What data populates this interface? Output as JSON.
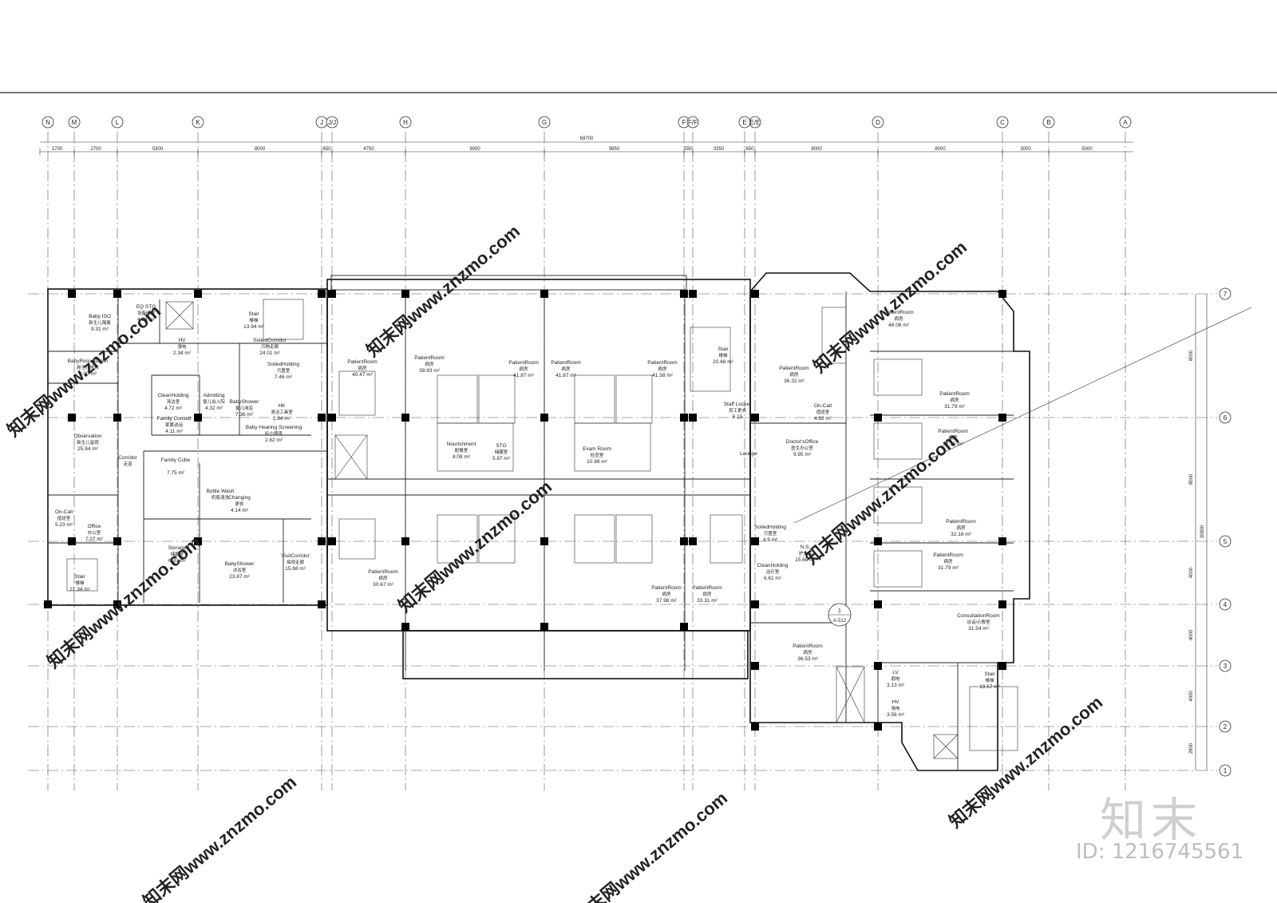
{
  "drawing": {
    "overall_dimension": "69700",
    "segment_dimensions": [
      "1700",
      "2700",
      "5300",
      "8000",
      "650",
      "4750",
      "9000",
      "9850",
      "550",
      "3350",
      "650",
      "8000",
      "8000",
      "3000",
      "5000"
    ],
    "vertical_dimensions": [
      "8000",
      "8000",
      "4000",
      "4000",
      "4000",
      "2800"
    ],
    "total_vertical": "30800",
    "section_mark": {
      "number": "1",
      "sheet": "A-512"
    }
  },
  "axis_labels": {
    "columns": [
      "N",
      "M",
      "L",
      "K",
      "J",
      "J/J",
      "H",
      "G",
      "F",
      "F/F",
      "E",
      "E/E",
      "D",
      "C",
      "B",
      "A"
    ],
    "rows": [
      "7",
      "6",
      "5",
      "4",
      "3",
      "2",
      "1"
    ]
  },
  "rooms": [
    {
      "en": "Baby ISO",
      "cn": "新生儿隔离",
      "area": "9.31 m²"
    },
    {
      "en": "EQ STG",
      "cn": "设备储藏",
      "area": "4.38 m²"
    },
    {
      "en": "HV",
      "cn": "强电",
      "area": "2.34 m²"
    },
    {
      "en": "Stair",
      "cn": "楼梯",
      "area": "13.94 m²"
    },
    {
      "en": "SoiledCorridor",
      "cn": "污物走廊",
      "area": "24.01 m²"
    },
    {
      "en": "BabyResucitation",
      "cn": "新生儿抢救",
      "area": "9.90 m²"
    },
    {
      "en": "SoiledHolding",
      "cn": "污置室",
      "area": "7.46 m²"
    },
    {
      "en": "CleanHolding",
      "cn": "清洁室",
      "area": "4.72 m²"
    },
    {
      "en": "Admitting",
      "cn": "婴儿出入院",
      "area": "4.32 m²"
    },
    {
      "en": "BabyShower",
      "cn": "婴儿淋浴",
      "area": "7.36 m²"
    },
    {
      "en": "HK",
      "cn": "清洁工具室",
      "area": "2.84 m²"
    },
    {
      "en": "Observation",
      "cn": "新生儿留观",
      "area": "25.84 m²"
    },
    {
      "en": "Family Consult",
      "cn": "家属谈话",
      "area": "4.11 m²"
    },
    {
      "en": "Baby Hearing Screening",
      "cn": "听力筛查",
      "area": "2.82 m²"
    },
    {
      "en": "Corridor",
      "cn": "走道",
      "area": ""
    },
    {
      "en": "Family Cube",
      "cn": "",
      "area": "7.75 m²"
    },
    {
      "en": "Bottle Wash",
      "cn": "奶瓶清洗",
      "area": ""
    },
    {
      "en": "Changing",
      "cn": "更衣",
      "area": "4.14 m²"
    },
    {
      "en": "On-Call",
      "cn": "值班室",
      "area": "5.23 m²"
    },
    {
      "en": "Office",
      "cn": "办公室",
      "area": "7.07 m²"
    },
    {
      "en": "Storage",
      "cn": "储藏室",
      "area": "6.33 m²"
    },
    {
      "en": "BabyShower",
      "cn": "沐浴室",
      "area": "23.87 m²"
    },
    {
      "en": "VisitCorridor",
      "cn": "探视走廊",
      "area": "15.68 m²"
    },
    {
      "en": "Stair",
      "cn": "楼梯",
      "area": "21.34 m²"
    },
    {
      "en": "PatientRoom",
      "cn": "病房",
      "area": "40.47 m²"
    },
    {
      "en": "PatientRoom",
      "cn": "病房",
      "area": "39.93 m²"
    },
    {
      "en": "PatientRoom",
      "cn": "病房",
      "area": "41.87 m²"
    },
    {
      "en": "PatientRoom",
      "cn": "病房",
      "area": "41.87 m²"
    },
    {
      "en": "PatientRoom",
      "cn": "病房",
      "area": "41.58 m²"
    },
    {
      "en": "Stair",
      "cn": "楼梯",
      "area": "20.66 m²"
    },
    {
      "en": "Nourishment",
      "cn": "配餐室",
      "area": "8.08 m²"
    },
    {
      "en": "STG",
      "cn": "储藏室",
      "area": "5.87 m²"
    },
    {
      "en": "Exam Room",
      "cn": "检查室",
      "area": "10.98 m²"
    },
    {
      "en": "PatientRoom",
      "cn": "病房",
      "area": "30.67 m²"
    },
    {
      "en": "PatientRoom",
      "cn": "病房",
      "area": "37.98 m²"
    },
    {
      "en": "PatientRoom",
      "cn": "病房",
      "area": "33.31 m²"
    },
    {
      "en": "PatientRoom",
      "cn": "病房",
      "area": "36.32 m²"
    },
    {
      "en": "Staff Locker",
      "cn": "员工更衣",
      "area": "6.15"
    },
    {
      "en": "On-Call",
      "cn": "值班室",
      "area": "4.92 m²"
    },
    {
      "en": "Doctor'sOffice",
      "cn": "医生办公室",
      "area": "9.95 m²"
    },
    {
      "en": "Lounge",
      "cn": "",
      "area": ""
    },
    {
      "en": "SoiledHolding",
      "cn": "污置室",
      "area": "4.9 m²"
    },
    {
      "en": "N.S.",
      "cn": "护士站",
      "area": "15.68 m²"
    },
    {
      "en": "CleanHolding",
      "cn": "治疗室",
      "area": "6.61 m²"
    },
    {
      "en": "PatientRoom",
      "cn": "病房",
      "area": "48.06 m²"
    },
    {
      "en": "PatientRoom",
      "cn": "病房",
      "area": "31.79 m²"
    },
    {
      "en": "PatientRoom",
      "cn": "病房",
      "area": "32.16 m²"
    },
    {
      "en": "PatientRoom",
      "cn": "病房",
      "area": "32.16 m²"
    },
    {
      "en": "PatientRoom",
      "cn": "病房",
      "area": "31.79 m²"
    },
    {
      "en": "ConsultationRoom",
      "cn": "谈话/示教室",
      "area": "31.54 m²"
    },
    {
      "en": "PatientRoom",
      "cn": "病房",
      "area": "36.53 m²"
    },
    {
      "en": "LV",
      "cn": "弱电",
      "area": "3.13 m²"
    },
    {
      "en": "HV",
      "cn": "强电",
      "area": "3.56 m²"
    },
    {
      "en": "Stair",
      "cn": "楼梯",
      "area": "19.57 m²"
    }
  ],
  "watermark": {
    "text": "知末网www.znzmo.com",
    "logo": "知末",
    "id": "ID: 1216745561"
  }
}
